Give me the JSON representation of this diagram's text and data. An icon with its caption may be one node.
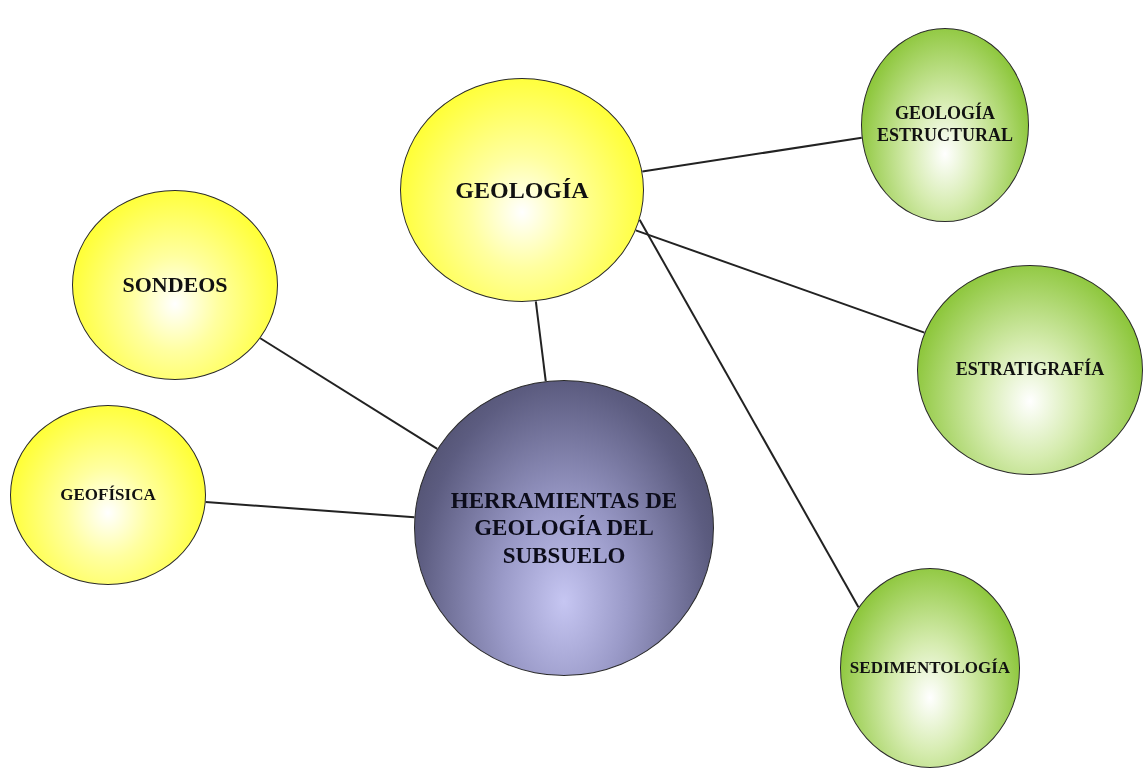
{
  "diagram": {
    "nodes": [
      {
        "text": [
          "GEOLOGÍA"
        ]
      },
      {
        "text": [
          "GEOLOGÍA ESTRUCTURAL"
        ]
      },
      {
        "text": [
          "SONDEOS"
        ]
      },
      {
        "text": [
          "ESTRATIGRAFÍA"
        ]
      },
      {
        "text": [
          "HERRAMIENTAS DE GEOLOGÍA DEL SUBSUELO"
        ]
      },
      {
        "text": [
          "GEOFÍSICA"
        ]
      },
      {
        "text": [
          "SEDIMENTOLOGÍA"
        ]
      }
    ],
    "edges": [
      {
        "from": 0,
        "to": 1,
        "arrow": "none"
      },
      {
        "from": 0,
        "to": 3,
        "arrow": "none"
      },
      {
        "from": 0,
        "to": 6,
        "arrow": "none"
      },
      {
        "from": 0,
        "to": 4,
        "arrow": "none"
      },
      {
        "from": 2,
        "to": 4,
        "arrow": "none"
      },
      {
        "from": 5,
        "to": 4,
        "arrow": "none"
      }
    ]
  }
}
